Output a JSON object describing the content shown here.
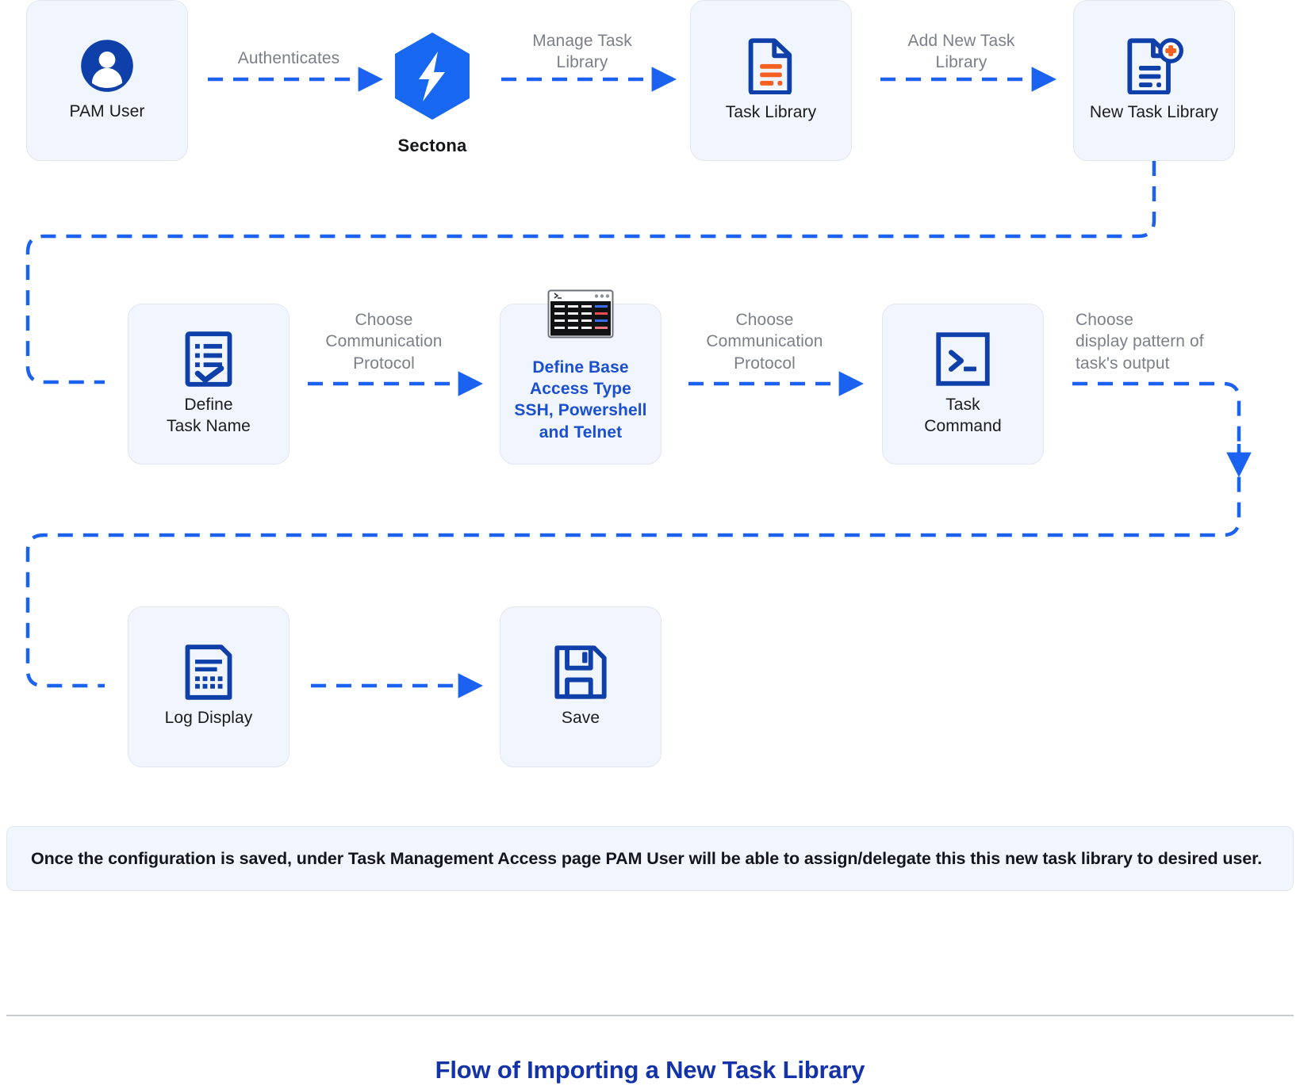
{
  "diagram": {
    "title": "Flow of Importing a New Task Library",
    "note": "Once the configuration is saved, under Task Management Access page PAM User will be able to assign/delegate this this new task library to desired user.",
    "colors": {
      "card_bg": "#f1f5fd",
      "card_border": "#e2e6ef",
      "icon_blue": "#0f3fa8",
      "arrow_blue": "#1a62ef",
      "accent_text": "#1b4fd1",
      "label_gray": "#7b7f88",
      "title_blue": "#1433a8",
      "logo_blue": "#1767f0",
      "orange": "#f4601f"
    },
    "nodes": [
      {
        "id": "pam-user",
        "label": "PAM User",
        "icon": "user-avatar-icon"
      },
      {
        "id": "sectona",
        "label": "Sectona",
        "icon": "sectona-hexagon-logo-icon"
      },
      {
        "id": "task-library",
        "label": "Task\nLibrary",
        "icon": "document-list-icon"
      },
      {
        "id": "new-task-library",
        "label": "New Task\nLibrary",
        "icon": "document-add-icon"
      },
      {
        "id": "define-task-name",
        "label": "Define\nTask Name",
        "icon": "checklist-document-icon"
      },
      {
        "id": "define-base-access-type",
        "label": "Define Base\nAccess Type\nSSH, Powershell\nand Telnet",
        "icon": "terminal-window-icon"
      },
      {
        "id": "task-command",
        "label": "Task\nCommand",
        "icon": "command-prompt-icon"
      },
      {
        "id": "log-display",
        "label": "Log Display",
        "icon": "log-document-icon"
      },
      {
        "id": "save",
        "label": "Save",
        "icon": "floppy-disk-save-icon"
      }
    ],
    "edges": [
      {
        "id": "e1",
        "label": "Authenticates",
        "from": "pam-user",
        "to": "sectona"
      },
      {
        "id": "e2",
        "label": "Manage Task\nLibrary",
        "from": "sectona",
        "to": "task-library"
      },
      {
        "id": "e3",
        "label": "Add New Task\nLibrary",
        "from": "task-library",
        "to": "new-task-library"
      },
      {
        "id": "e4",
        "label": "",
        "from": "new-task-library",
        "to": "define-task-name"
      },
      {
        "id": "e5",
        "label": "Choose\nCommunication\nProtocol",
        "from": "define-task-name",
        "to": "define-base-access-type"
      },
      {
        "id": "e6",
        "label": "Choose\nCommunication\nProtocol",
        "from": "define-base-access-type",
        "to": "task-command"
      },
      {
        "id": "e7",
        "label": "Choose\ndisplay pattern of\ntask's output",
        "from": "task-command",
        "to": "log-display"
      },
      {
        "id": "e8",
        "label": "",
        "from": "log-display",
        "to": "save"
      }
    ]
  }
}
